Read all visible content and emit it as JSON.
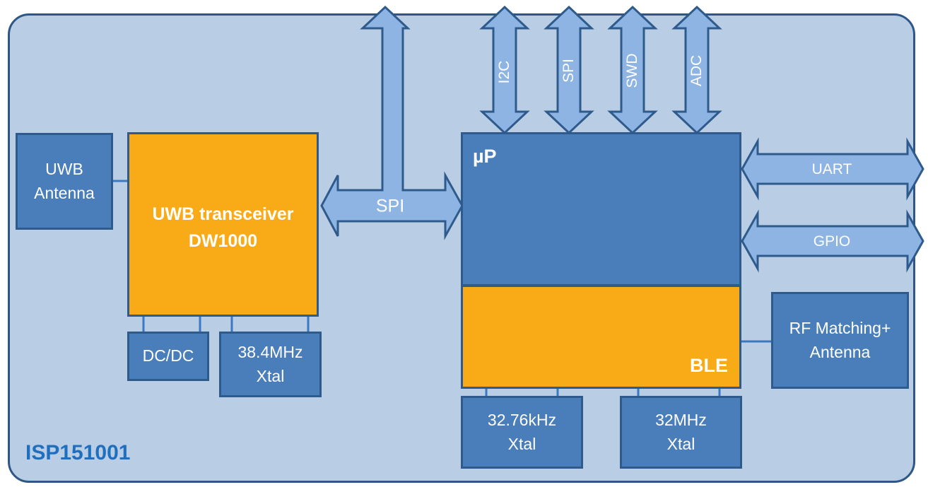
{
  "module_label": "ISP151001",
  "blocks": {
    "uwb_antenna": "UWB\nAntenna",
    "uwb_transceiver": "UWB transceiver\nDW1000",
    "dcdc": "DC/DC",
    "xtal_384": "38.4MHz\nXtal",
    "mcu": "µP",
    "ble": "BLE",
    "xtal_3276": "32.76kHz\nXtal",
    "xtal_32m": "32MHz\nXtal",
    "rf_matching": "RF Matching+\nAntenna"
  },
  "buses": {
    "spi_main": "SPI",
    "i2c": "I2C",
    "spi_top": "SPI",
    "swd": "SWD",
    "adc": "ADC",
    "uart": "UART",
    "gpio": "GPIO"
  },
  "colors": {
    "background": "#b9cde5",
    "block_blue": "#4a7ebb",
    "block_orange": "#f8ab17",
    "arrow_fill": "#8eb4e3",
    "border": "#2f5b8c",
    "label_blue": "#1f6fbf"
  }
}
